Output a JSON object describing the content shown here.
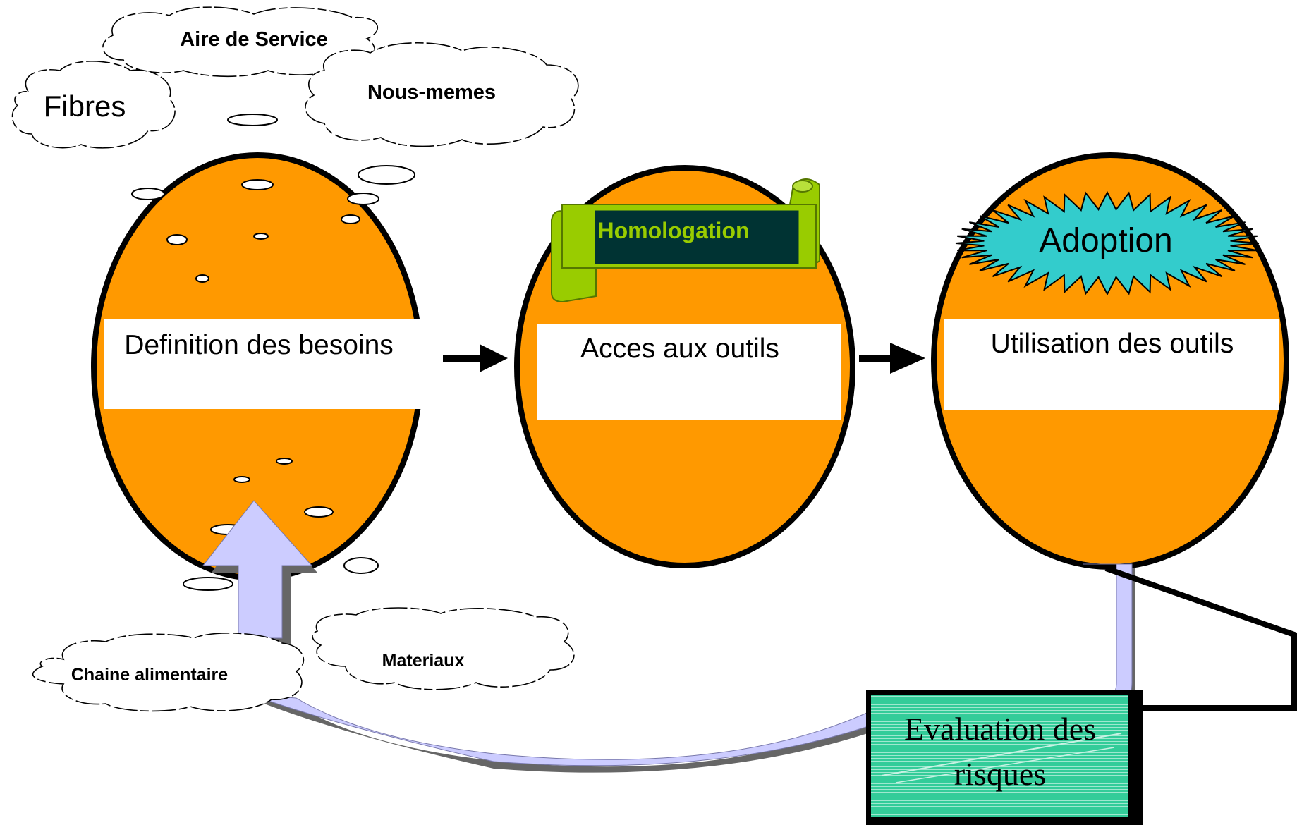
{
  "clouds": {
    "aire_de_service": "Aire de Service",
    "fibres": "Fibres",
    "nous_memes": "Nous-memes",
    "chaine_alimentaire": "Chaine alimentaire",
    "materiaux": "Materiaux"
  },
  "stages": {
    "definition": "Definition des besoins",
    "acces": "Acces aux outils",
    "utilisation": "Utilisation des outils"
  },
  "badges": {
    "homologation": "Homologation",
    "adoption": "Adoption"
  },
  "evaluation": {
    "line1": "Evaluation des",
    "line2": "risques"
  },
  "colors": {
    "egg_fill": "#ff9900",
    "homologation_banner": "#99cc00",
    "homologation_text": "#99cc00",
    "homologation_panel": "#003333",
    "adoption_burst": "#33cccc",
    "arrow_fill": "#ccccff",
    "evaluation_box": "#33cc99"
  }
}
